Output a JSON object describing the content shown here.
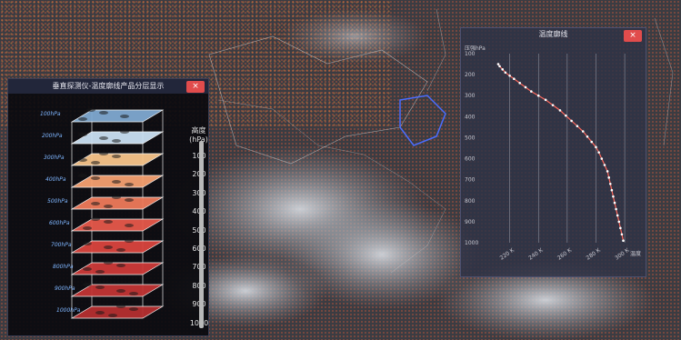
{
  "left_panel": {
    "title": "垂直探测仪-温度廓线产品分层显示",
    "close_label": "×",
    "layer_labels": [
      "100hPa",
      "200hPa",
      "300hPa",
      "400hPa",
      "500hPa",
      "600hPa",
      "700hPa",
      "800hPa",
      "900hPa",
      "1000hPa"
    ],
    "axis_title_line1": "高度",
    "axis_title_line2": "(hPa)",
    "axis_ticks": [
      "100",
      "200",
      "300",
      "400",
      "500",
      "600",
      "700",
      "800",
      "900",
      "1000"
    ]
  },
  "right_panel": {
    "title": "温度廓线",
    "close_label": "×",
    "y_axis_name": "压强hPa",
    "x_axis_name": "温度"
  },
  "colors": {
    "accent_red": "#e14c4c",
    "profile_line": "#ff6a5e"
  },
  "chart_data": {
    "type": "line",
    "x": [
      212,
      213,
      215,
      217,
      220,
      223,
      227,
      231,
      235,
      240,
      245,
      250,
      255,
      259,
      263,
      267,
      271,
      274,
      277,
      280,
      282,
      284,
      286,
      288,
      289,
      290,
      291,
      292,
      293,
      294,
      295,
      296,
      297,
      298,
      299
    ],
    "y": [
      150,
      160,
      175,
      190,
      205,
      220,
      240,
      260,
      280,
      300,
      320,
      345,
      370,
      395,
      420,
      445,
      470,
      495,
      520,
      545,
      570,
      600,
      630,
      660,
      690,
      720,
      750,
      780,
      810,
      840,
      870,
      900,
      930,
      960,
      990
    ],
    "ylim": [
      1000,
      100
    ],
    "xlim": [
      200,
      305
    ],
    "x_ticks": [
      "220 K",
      "240 K",
      "260 K",
      "280 K",
      "300 K"
    ],
    "x_tick_values": [
      220,
      240,
      260,
      280,
      300
    ],
    "y_ticks": [
      "100",
      "200",
      "300",
      "400",
      "500",
      "600",
      "700",
      "800",
      "900",
      "1000"
    ],
    "y_tick_values": [
      100,
      200,
      300,
      400,
      500,
      600,
      700,
      800,
      900,
      1000
    ],
    "xlabel": "温度",
    "ylabel": "压强hPa",
    "grid": "vertical"
  }
}
